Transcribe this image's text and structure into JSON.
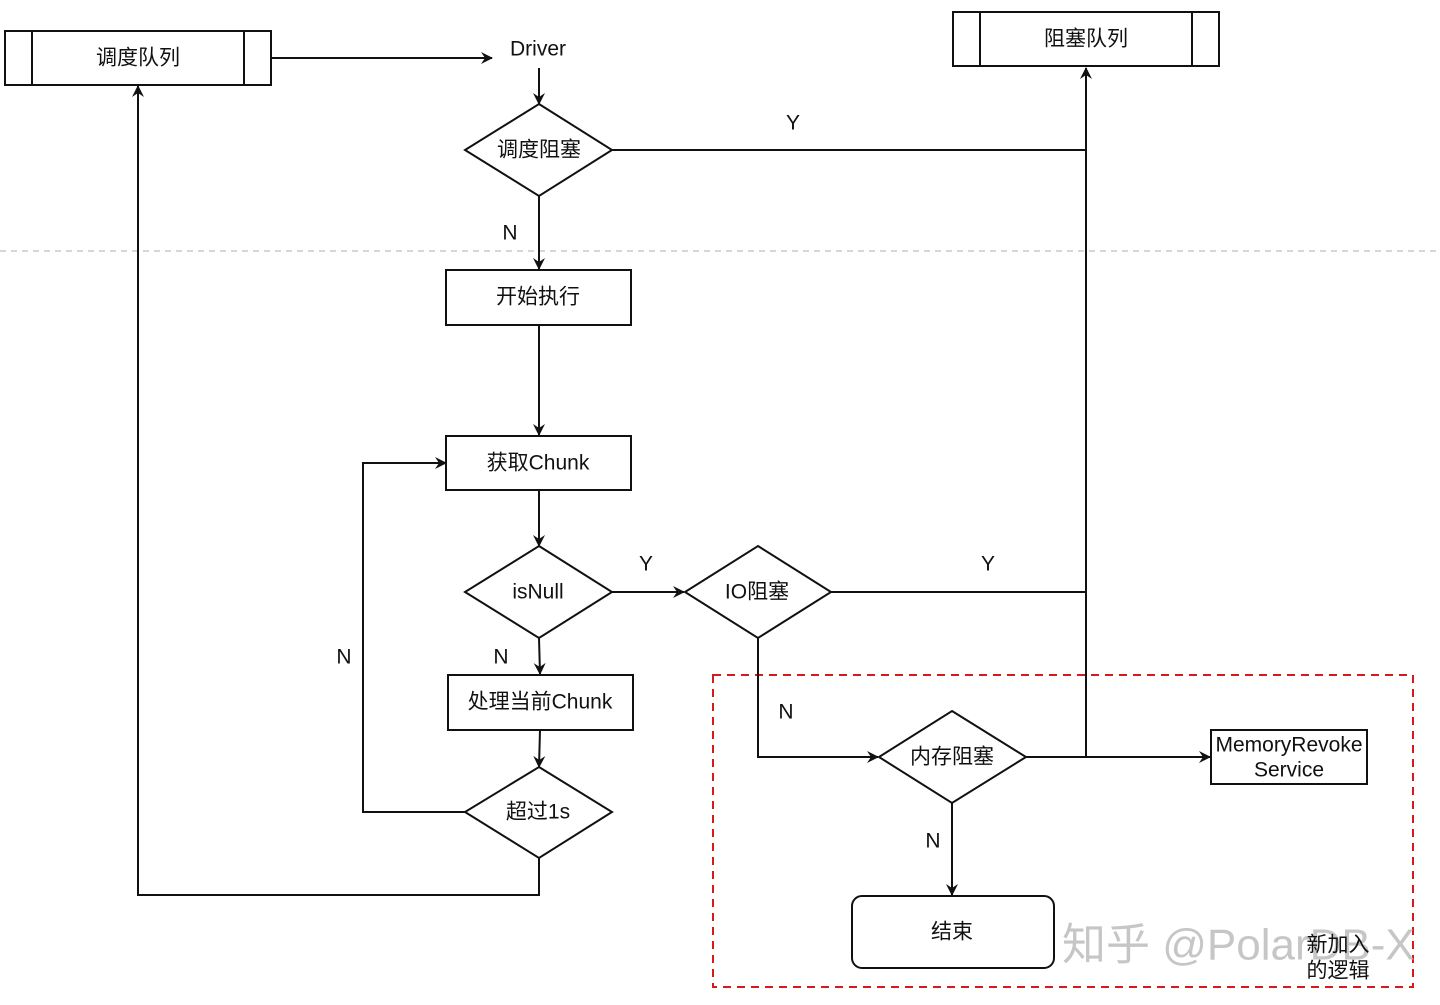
{
  "diagram": {
    "nodes": {
      "schedule_queue": "调度队列",
      "driver": "Driver",
      "schedule_block": "调度阻塞",
      "block_queue": "阻塞队列",
      "start_exec": "开始执行",
      "get_chunk": "获取Chunk",
      "is_null": "isNull",
      "io_block": "IO阻塞",
      "process_chunk": "处理当前Chunk",
      "over_1s": "超过1s",
      "mem_block": "内存阻塞",
      "mem_revoke_line1": "MemoryRevoke",
      "mem_revoke_line2": "Service",
      "end": "结束"
    },
    "edge_labels": {
      "schedule_block_yes": "Y",
      "schedule_block_no": "N",
      "is_null_yes": "Y",
      "is_null_no": "N",
      "io_block_yes": "Y",
      "io_block_no": "N",
      "over_1s_no": "N",
      "mem_block_no": "N"
    },
    "region_label_line1": "新加入",
    "region_label_line2": "的逻辑",
    "watermark": "知乎 @PolarDB-X"
  }
}
